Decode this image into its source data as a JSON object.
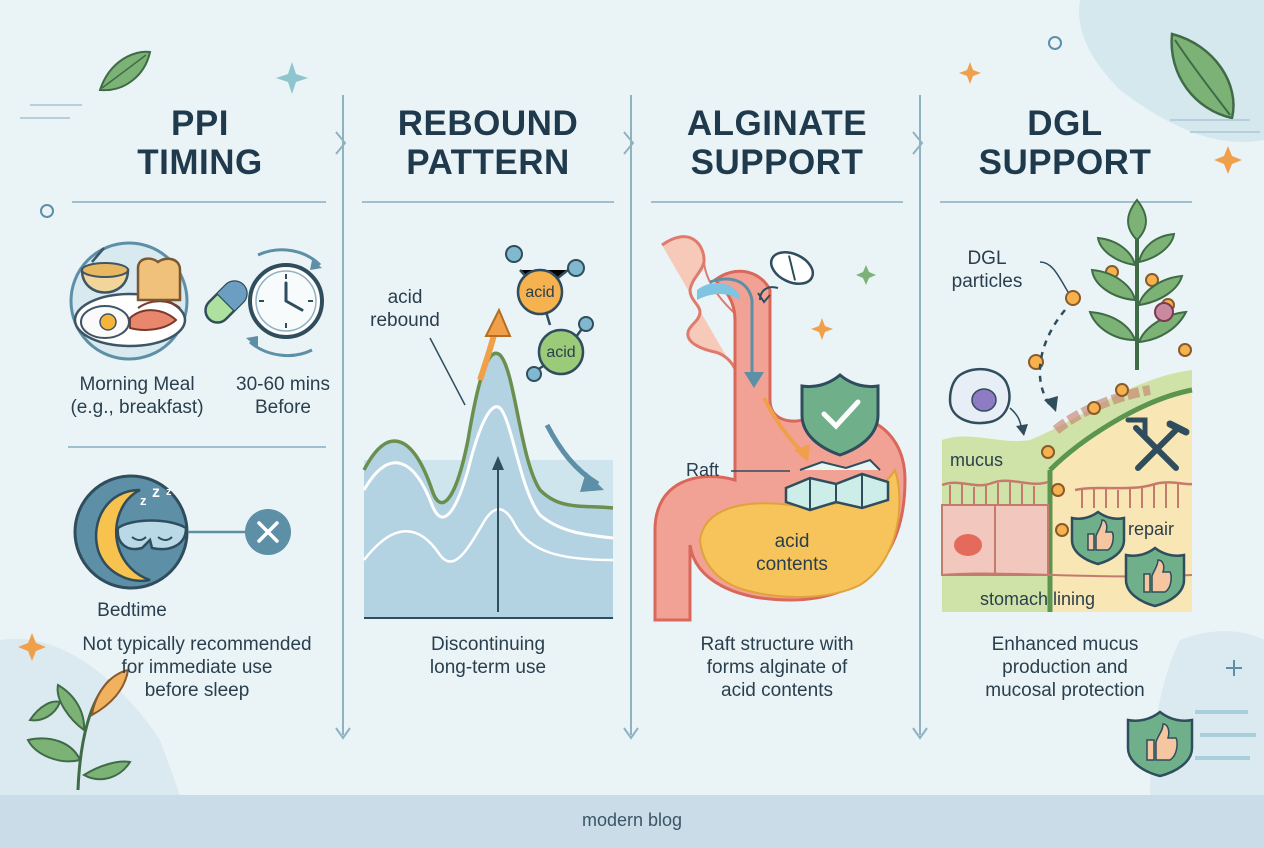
{
  "columns": [
    {
      "title_line1": "PPI",
      "title_line2": "TIMING",
      "meal_label_1": "Morning Meal",
      "meal_label_2": "(e.g., breakfast)",
      "timing_label_1": "30-60 mins",
      "timing_label_2": "Before",
      "bedtime_label": "Bedtime",
      "caption_lines": [
        "Not typically recommended",
        "for immediate use",
        "before sleep"
      ]
    },
    {
      "title_line1": "REBOUND",
      "title_line2": "PATTERN",
      "annotation_1": "acid",
      "annotation_2": "rebound",
      "molecule_label_1": "acid",
      "molecule_label_2": "acid",
      "caption_lines": [
        "Discontinuing",
        "long-term use"
      ]
    },
    {
      "title_line1": "ALGINATE",
      "title_line2": "SUPPORT",
      "raft_label": "Raft",
      "contents_label_1": "acid",
      "contents_label_2": "contents",
      "caption_lines": [
        "Raft structure with",
        "forms alginate of",
        "acid contents"
      ]
    },
    {
      "title_line1": "DGL",
      "title_line2": "SUPPORT",
      "particles_label_1": "DGL",
      "particles_label_2": "particles",
      "mucus_label": "mucus",
      "repair_label": "repair",
      "lining_label": "stomach lining",
      "caption_lines": [
        "Enhanced mucus",
        "production and",
        "mucosal protection"
      ]
    }
  ],
  "footer": {
    "text": "modern blog"
  },
  "colors": {
    "background": "#eaf4f7",
    "accent_teal": "#5d8fa6",
    "accent_orange": "#f0a04b",
    "accent_green": "#6fa86a",
    "stomach_red": "#e7776b",
    "footer_bg": "#c9dce7"
  }
}
